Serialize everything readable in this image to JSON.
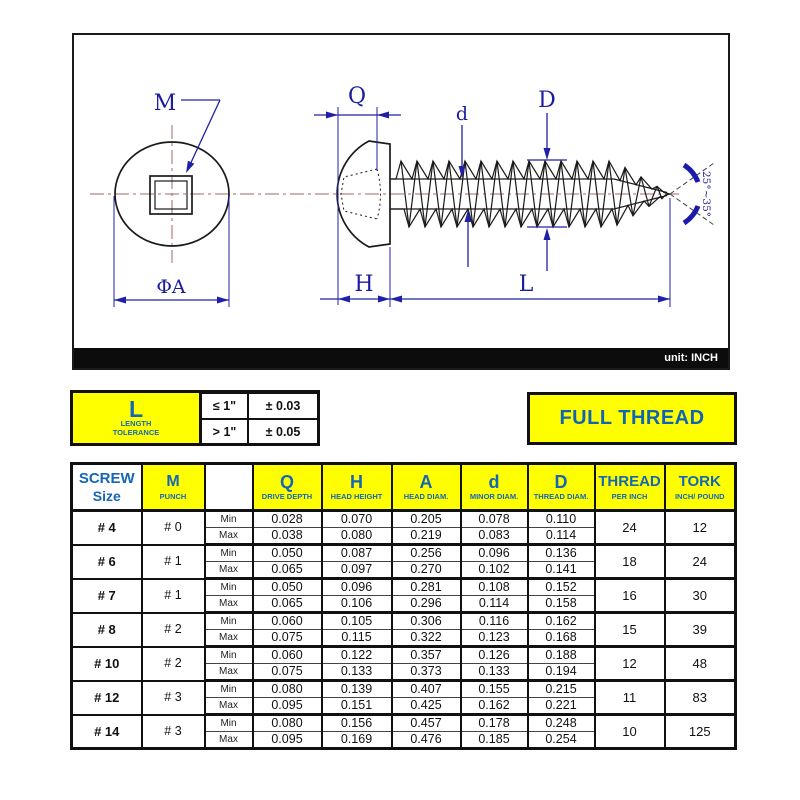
{
  "drawing": {
    "labels": {
      "punch_mark": "M",
      "drive_depth": "Q",
      "thread_diam": "D",
      "minor_diam": "d",
      "head_diam": "ΦA",
      "head_height": "H",
      "length": "L",
      "tip_angle": "25°~35°"
    },
    "unit_note": "unit: INCH"
  },
  "tolerance_box": {
    "symbol": "L",
    "caption_line1": "LENGTH",
    "caption_line2": "TOLERANCE",
    "rows": [
      {
        "condition": "≤ 1\"",
        "value": "± 0.03"
      },
      {
        "condition": "> 1\"",
        "value": "± 0.05"
      }
    ]
  },
  "full_thread_label": "FULL THREAD",
  "table": {
    "headers": [
      {
        "title": "SCREW",
        "subtitle": "Size"
      },
      {
        "title": "M",
        "subtitle": "PUNCH"
      },
      {
        "title": "",
        "subtitle": ""
      },
      {
        "title": "Q",
        "subtitle": "DRIVE DEPTH"
      },
      {
        "title": "H",
        "subtitle": "HEAD HEIGHT"
      },
      {
        "title": "A",
        "subtitle": "HEAD DIAM."
      },
      {
        "title": "d",
        "subtitle": "MINOR DIAM."
      },
      {
        "title": "D",
        "subtitle": "THREAD DIAM."
      },
      {
        "title": "THREAD",
        "subtitle": "PER INCH"
      },
      {
        "title": "TORK",
        "subtitle": "INCH/ POUND"
      }
    ],
    "min_label": "Min",
    "max_label": "Max",
    "rows": [
      {
        "size": "# 4",
        "punch": "# 0",
        "min": [
          "0.028",
          "0.070",
          "0.205",
          "0.078",
          "0.110"
        ],
        "max": [
          "0.038",
          "0.080",
          "0.219",
          "0.083",
          "0.114"
        ],
        "thread_per_inch": "24",
        "tork": "12"
      },
      {
        "size": "# 6",
        "punch": "# 1",
        "min": [
          "0.050",
          "0.087",
          "0.256",
          "0.096",
          "0.136"
        ],
        "max": [
          "0.065",
          "0.097",
          "0.270",
          "0.102",
          "0.141"
        ],
        "thread_per_inch": "18",
        "tork": "24"
      },
      {
        "size": "# 7",
        "punch": "# 1",
        "min": [
          "0.050",
          "0.096",
          "0.281",
          "0.108",
          "0.152"
        ],
        "max": [
          "0.065",
          "0.106",
          "0.296",
          "0.114",
          "0.158"
        ],
        "thread_per_inch": "16",
        "tork": "30"
      },
      {
        "size": "# 8",
        "punch": "# 2",
        "min": [
          "0.060",
          "0.105",
          "0.306",
          "0.116",
          "0.162"
        ],
        "max": [
          "0.075",
          "0.115",
          "0.322",
          "0.123",
          "0.168"
        ],
        "thread_per_inch": "15",
        "tork": "39"
      },
      {
        "size": "# 10",
        "punch": "# 2",
        "min": [
          "0.060",
          "0.122",
          "0.357",
          "0.126",
          "0.188"
        ],
        "max": [
          "0.075",
          "0.133",
          "0.373",
          "0.133",
          "0.194"
        ],
        "thread_per_inch": "12",
        "tork": "48"
      },
      {
        "size": "# 12",
        "punch": "# 3",
        "min": [
          "0.080",
          "0.139",
          "0.407",
          "0.155",
          "0.215"
        ],
        "max": [
          "0.095",
          "0.151",
          "0.425",
          "0.162",
          "0.221"
        ],
        "thread_per_inch": "11",
        "tork": "83"
      },
      {
        "size": "# 14",
        "punch": "# 3",
        "min": [
          "0.080",
          "0.156",
          "0.457",
          "0.178",
          "0.248"
        ],
        "max": [
          "0.095",
          "0.169",
          "0.476",
          "0.185",
          "0.254"
        ],
        "thread_per_inch": "10",
        "tork": "125"
      }
    ]
  }
}
